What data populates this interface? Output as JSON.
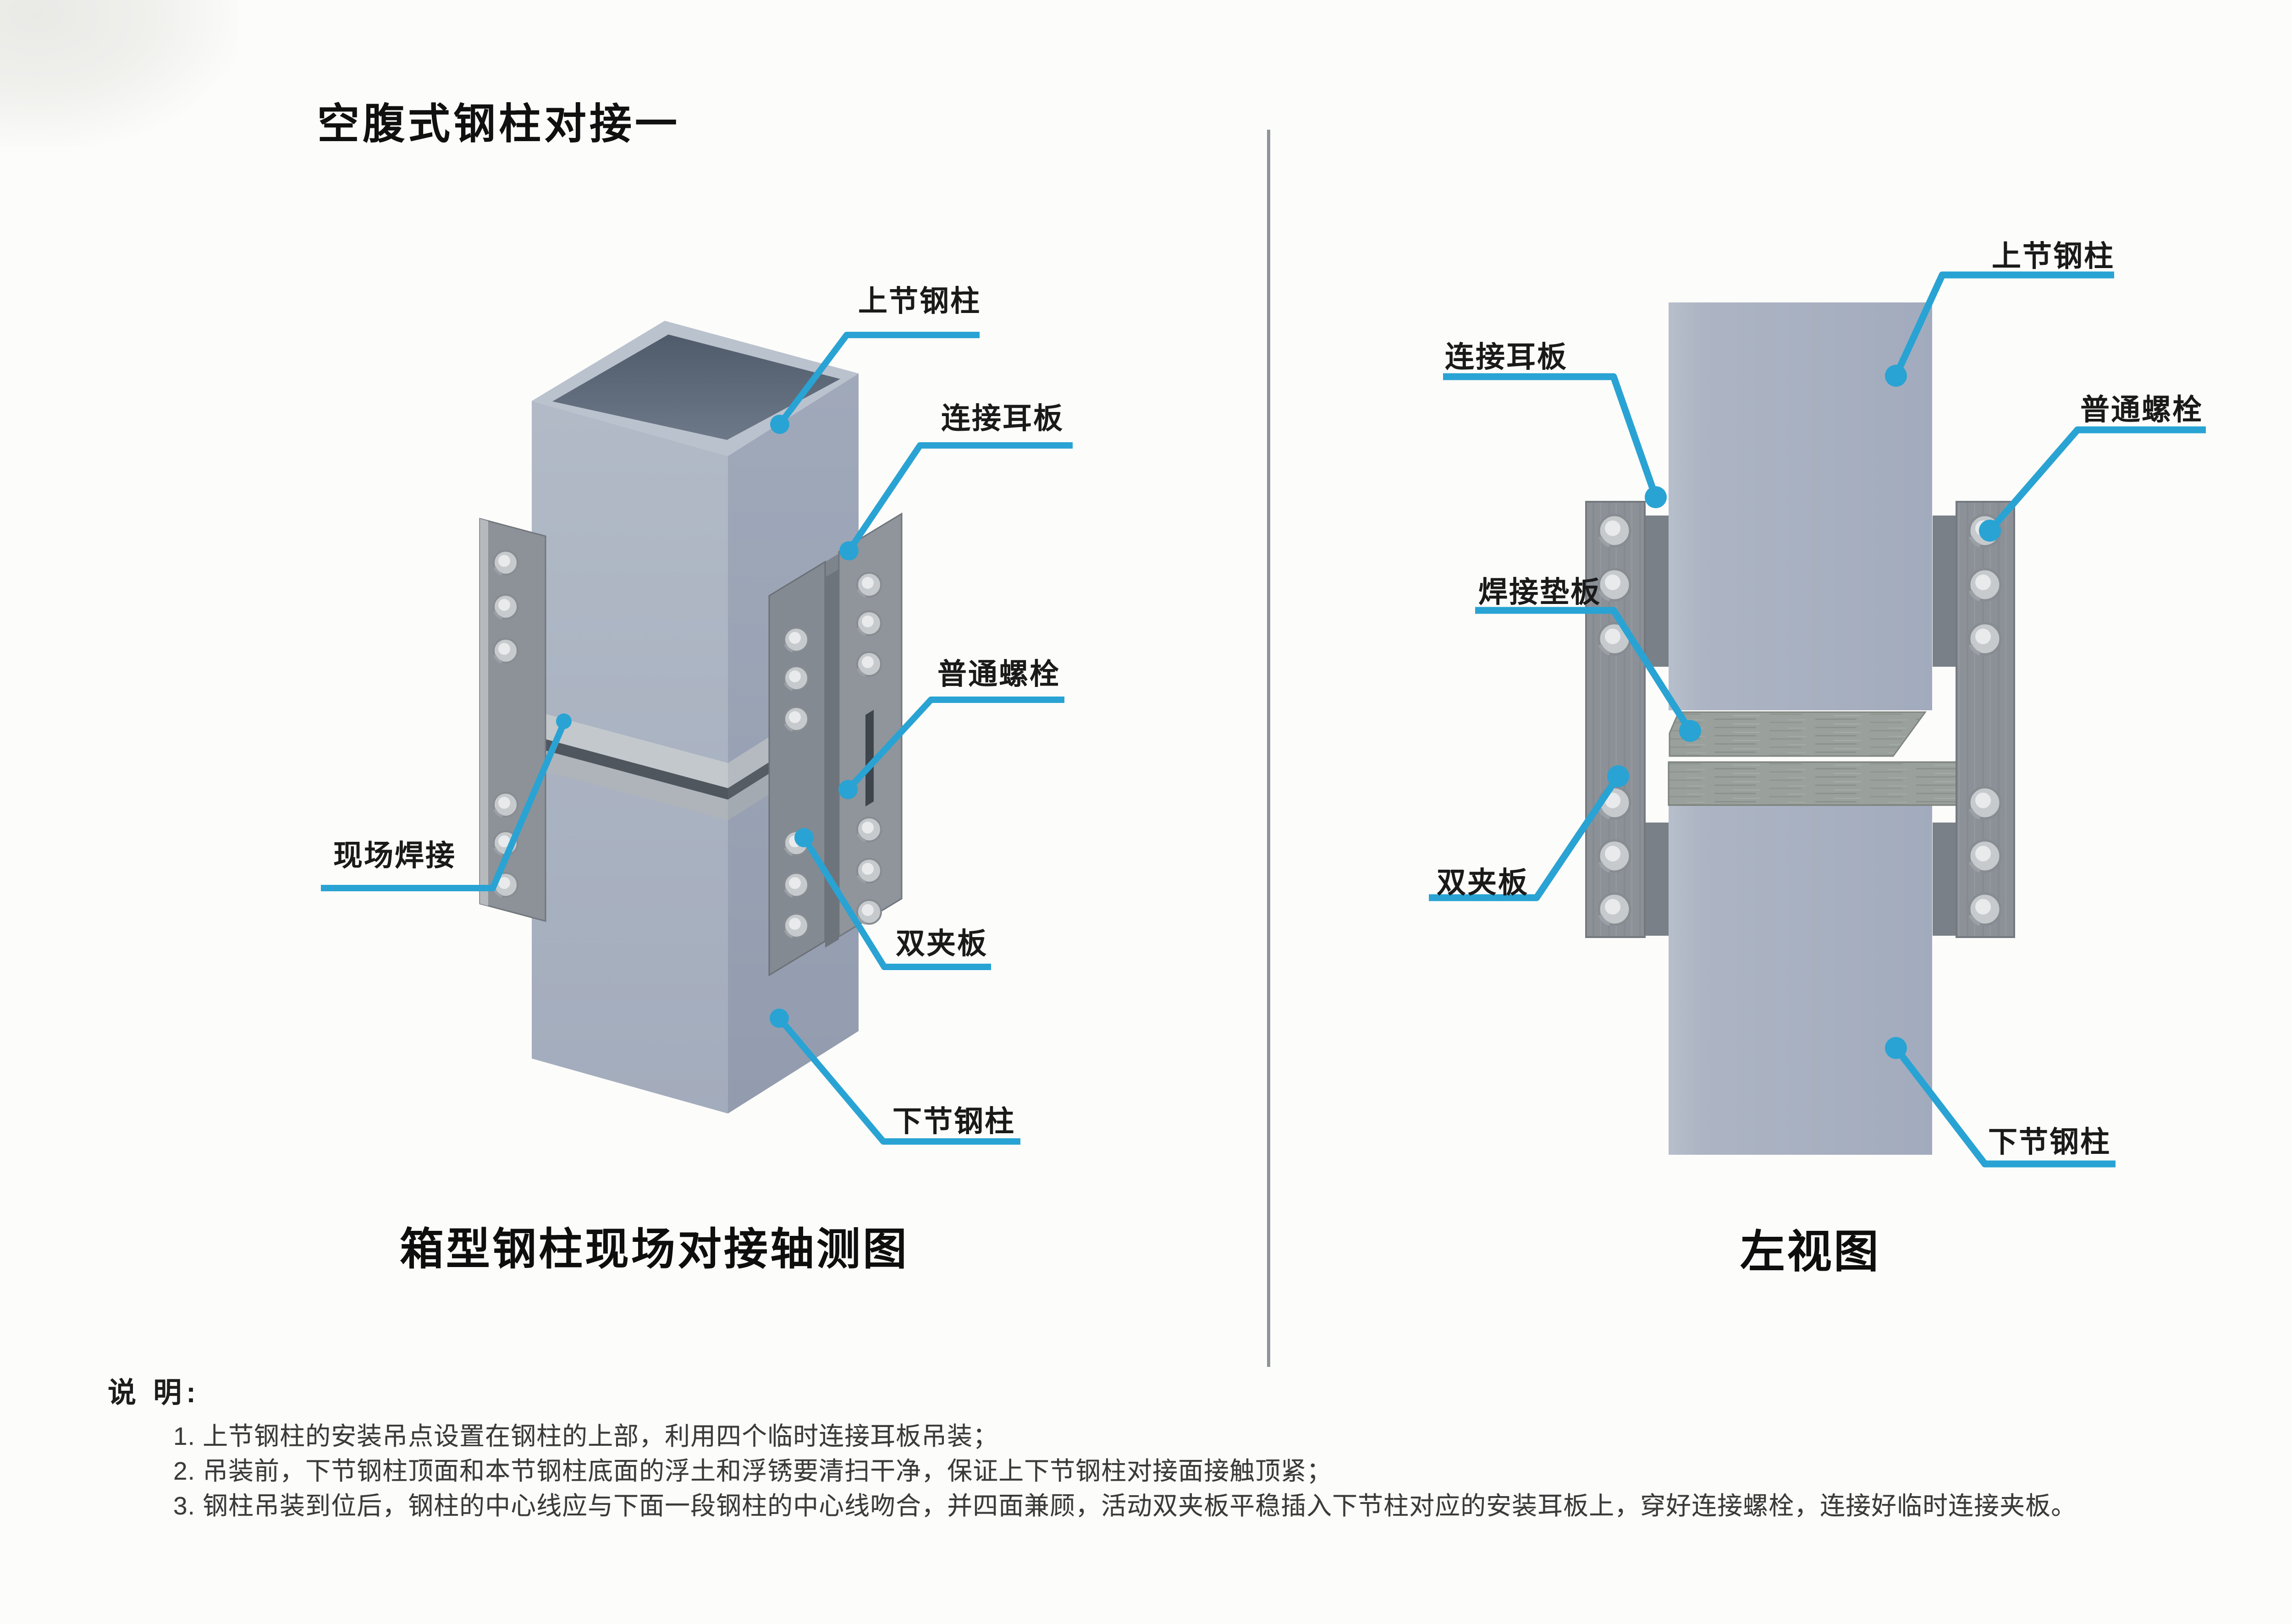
{
  "page": {
    "title": "空腹式钢柱对接一"
  },
  "left_view": {
    "caption": "箱型钢柱现场对接轴测图",
    "labels": {
      "upper_column": "上节钢柱",
      "ear_plate": "连接耳板",
      "bolt": "普通螺栓",
      "field_weld": "现场焊接",
      "clamp_plate": "双夹板",
      "lower_column": "下节钢柱"
    }
  },
  "right_view": {
    "caption": "左视图",
    "labels": {
      "upper_column": "上节钢柱",
      "ear_plate": "连接耳板",
      "bolt": "普通螺栓",
      "weld_backing_plate": "焊接垫板",
      "clamp_plate": "双夹板",
      "lower_column": "下节钢柱"
    }
  },
  "notes": {
    "heading": "说 明:",
    "items": [
      "1. 上节钢柱的安装吊点设置在钢柱的上部，利用四个临时连接耳板吊装；",
      "2. 吊装前，下节钢柱顶面和本节钢柱底面的浮土和浮锈要清扫干净，保证上下节钢柱对接面接触顶紧；",
      "3. 钢柱吊装到位后，钢柱的中心线应与下面一段钢柱的中心线吻合，并四面兼顾，活动双夹板平稳插入下节柱对应的安装耳板上，穿好连接螺栓，连接好临时连接夹板。"
    ]
  },
  "colors": {
    "leader": "#29a3d3",
    "column_light": "#b2bac7",
    "column_dark": "#99a3b4",
    "plate": "#8c9197",
    "backing_bar": "#9aa09a",
    "text": "#1a1a1a"
  }
}
